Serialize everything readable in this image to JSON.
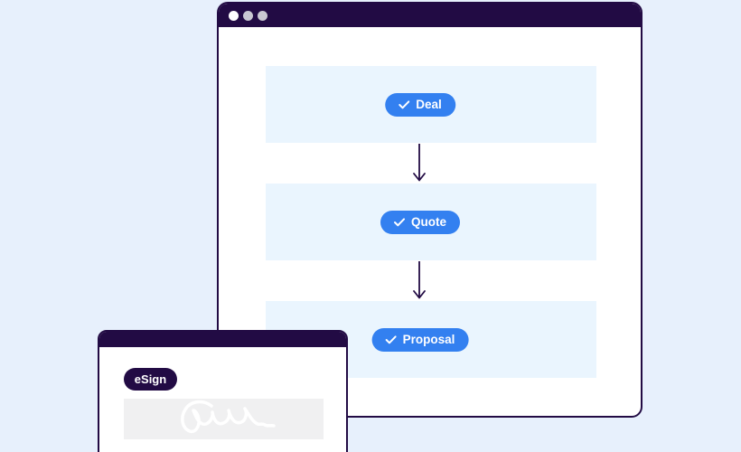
{
  "colors": {
    "page_background": "#e7f0fc",
    "window_chrome": "#220b44",
    "stage_panel": "#eaf5fe",
    "stage_pill": "#3380f0",
    "esign_badge": "#220b44",
    "signature_box": "#f0f0f1"
  },
  "browser_window": {
    "window_controls": {
      "dot_count": 3
    },
    "stages": [
      {
        "label": "Deal",
        "check_icon": "check-icon"
      },
      {
        "label": "Quote",
        "check_icon": "check-icon"
      },
      {
        "label": "Proposal",
        "check_icon": "check-icon"
      }
    ],
    "flow": "Deal → Quote → Proposal"
  },
  "esign_window": {
    "badge_label": "eSign",
    "signature_icon": "signature-scribble"
  }
}
